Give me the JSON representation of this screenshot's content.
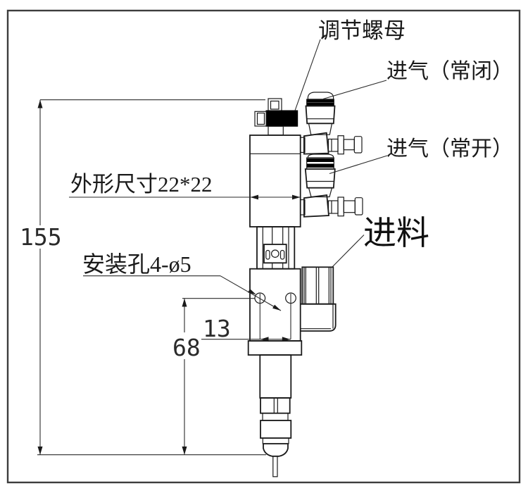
{
  "drawing": {
    "type": "cad-dispensing-valve-diagram",
    "labels": {
      "adjust_nut": "调节螺母",
      "air_inlet_nc": "进气（常闭）",
      "air_inlet_no": "进气（常开）",
      "outline_size": "外形尺寸22*22",
      "mounting_holes": "安装孔4-ø5",
      "feed_inlet": "进料"
    },
    "dimensions": {
      "overall_height": "155",
      "hole_center_height": "68",
      "hole_spacing": "13"
    },
    "colors": {
      "line": "#1a1a1a",
      "nut_fill": "#000000",
      "background": "#ffffff"
    }
  }
}
